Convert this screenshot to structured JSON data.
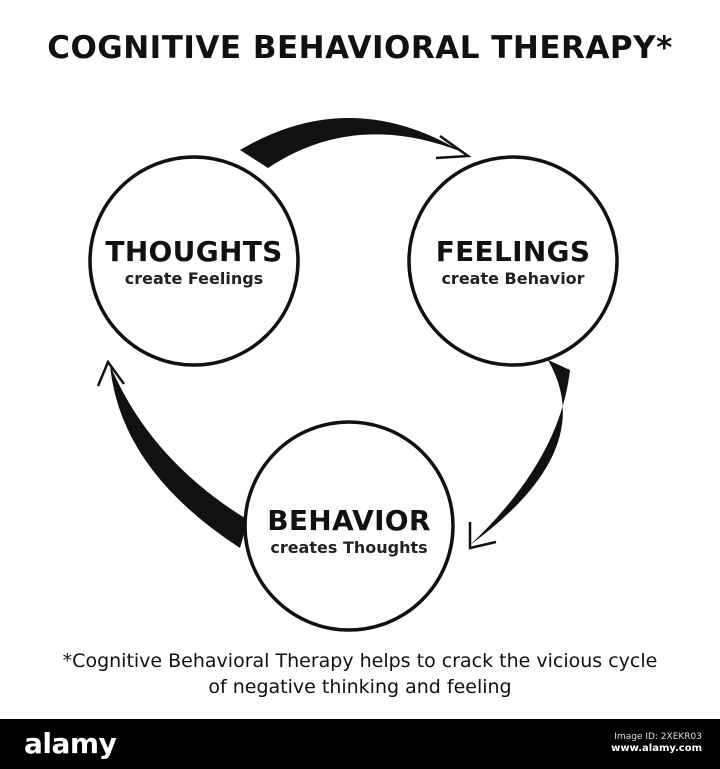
{
  "title": "COGNITIVE BEHAVIORAL THERAPY*",
  "nodes": [
    {
      "heading": "THOUGHTS",
      "sub": "create Feelings"
    },
    {
      "heading": "FEELINGS",
      "sub": "create Behavior"
    },
    {
      "heading": "BEHAVIOR",
      "sub": "creates Thoughts"
    }
  ],
  "footnote": {
    "line1": "*Cognitive Behavioral Therapy helps to crack the vicious cycle",
    "line2": "of negative thinking and feeling"
  },
  "watermark": {
    "brand": "alamy",
    "image_id": "Image ID: 2XEKR03",
    "site": "www.alamy.com"
  },
  "colors": {
    "ink": "#111111",
    "background": "#ffffff",
    "footer": "#000000"
  }
}
